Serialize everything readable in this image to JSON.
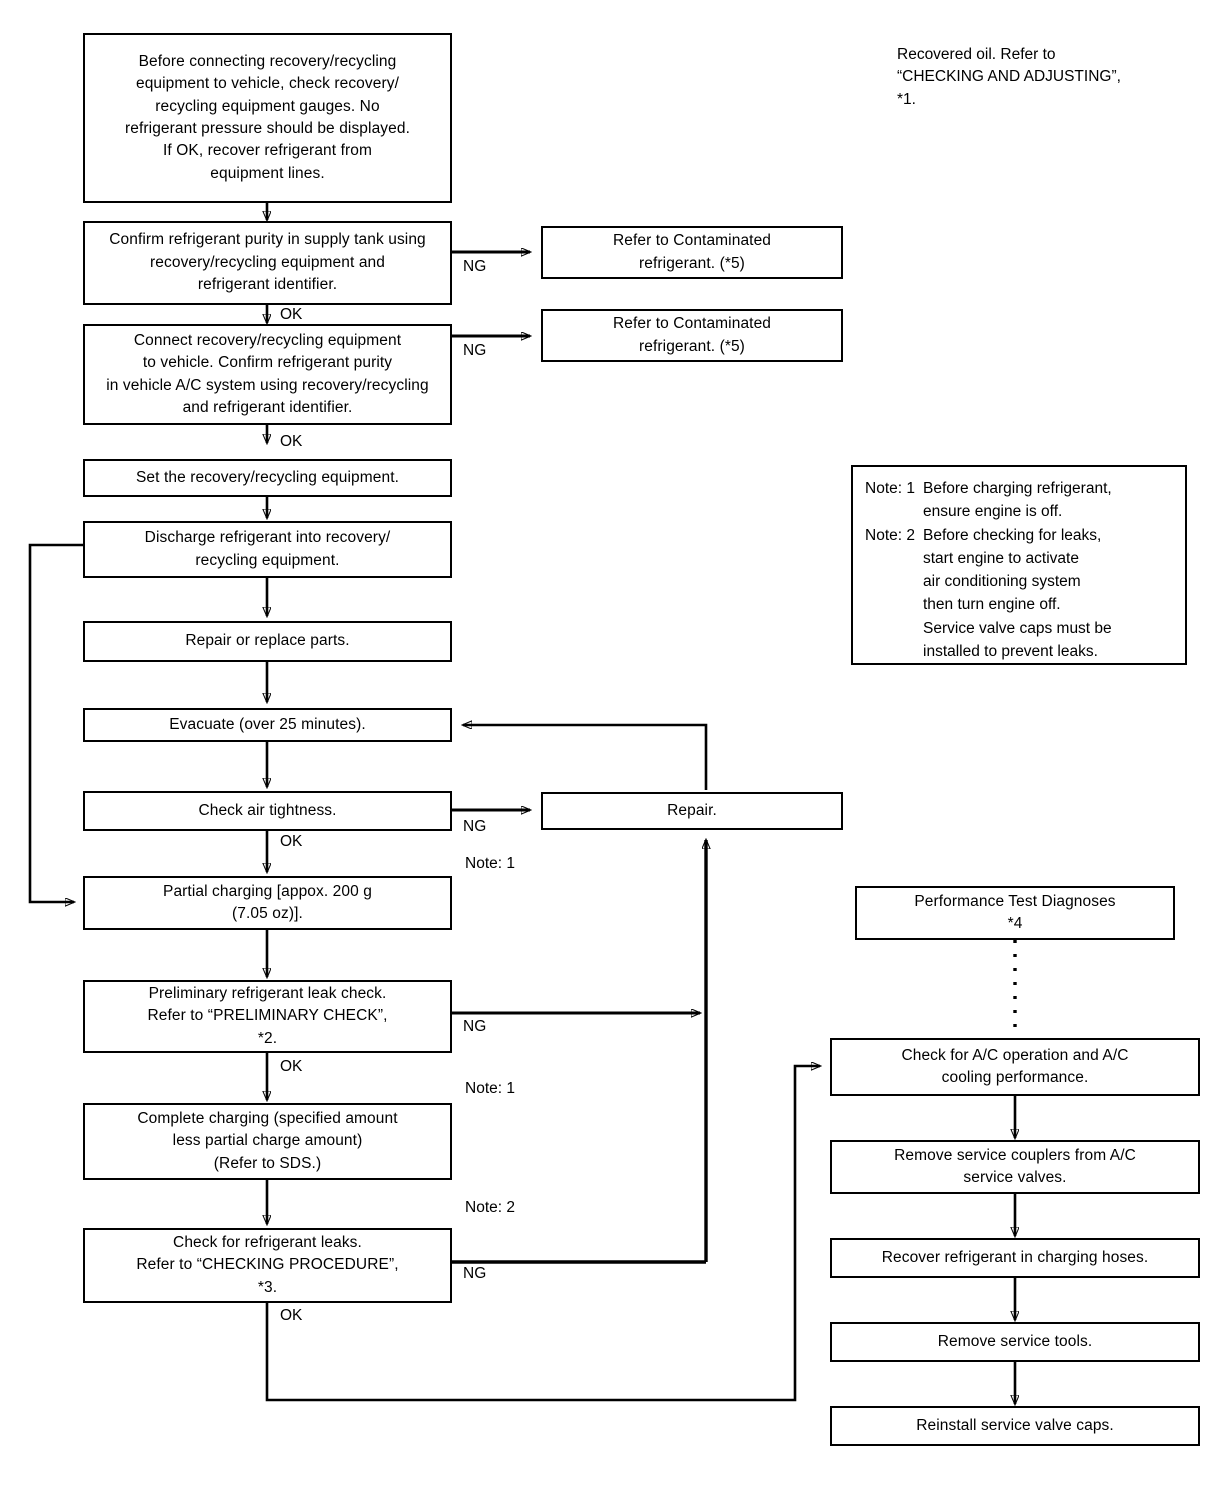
{
  "diagram": {
    "title": "A/C refrigerant recovery, evacuation and charging flowchart",
    "line_color": "#000000",
    "background_color": "#ffffff"
  },
  "nodes": {
    "before_connecting": "Before connecting recovery/recycling\nequipment to vehicle, check recovery/\nrecycling equipment gauges. No\nrefrigerant pressure should be displayed.\nIf OK, recover refrigerant from\nequipment lines.",
    "confirm_purity_supply": "Confirm refrigerant purity in supply tank using\nrecovery/recycling equipment and\nrefrigerant identifier.",
    "connect_equipment": "Connect recovery/recycling equipment\nto vehicle. Confirm refrigerant purity\nin vehicle A/C system using recovery/recycling\nand refrigerant identifier.",
    "contaminated_1": "Refer to  Contaminated\nrefrigerant.  (*5)",
    "contaminated_2": "Refer to  Contaminated\nrefrigerant.  (*5)",
    "set_equipment": "Set the  recovery/recycling  equipment.",
    "discharge": "Discharge  refrigerant  into  recovery/\nrecycling  equipment.",
    "repair_replace": "Repair  or  replace  parts.",
    "evacuate": "Evacuate  (over  25  minutes).",
    "check_air_tightness": "Check air tightness.",
    "repair": "Repair.",
    "partial_charging": "Partial charging [appox. 200 g\n(7.05 oz)].",
    "preliminary_leak_check": "Preliminary refrigerant leak check.\nRefer to “PRELIMINARY CHECK”,\n*2.",
    "complete_charging": "Complete charging (specified amount\nless partial charge amount)\n(Refer to SDS.)",
    "check_leaks": "Check  for  refrigerant  leaks.\nRefer to “CHECKING PROCEDURE”,\n*3.",
    "performance_test": "Performance  Test  Diagnoses\n*4",
    "check_ac_operation": "Check for A/C operation and A/C\ncooling  performance.",
    "remove_couplers": "Remove service couplers from A/C\nservice  valves.",
    "recover_hoses": "Recover refrigerant in charging hoses.",
    "remove_tools": "Remove  service  tools.",
    "reinstall_caps": "Reinstall  service  valve  caps."
  },
  "annotations": {
    "recovered_oil": "Recovered oil. Refer to\n“CHECKING AND ADJUSTING”,\n*1."
  },
  "note_box": {
    "rows": [
      {
        "label": "Note: 1",
        "text": "Before charging refrigerant,\nensure engine is off."
      },
      {
        "label": "Note: 2",
        "text": "Before checking for leaks,\nstart engine to activate\nair conditioning system\nthen turn engine off.\nService valve caps must be\ninstalled to prevent leaks."
      }
    ]
  },
  "edge_labels": {
    "ng_purity_supply": "NG",
    "ng_connect": "NG",
    "ok_purity_supply": "OK",
    "ok_connect": "OK",
    "ng_air_tightness": "NG",
    "ok_air_tightness": "OK",
    "note1_air_tightness": "Note: 1",
    "ng_preliminary": "NG",
    "ok_preliminary": "OK",
    "note1_preliminary": "Note: 1",
    "note2_complete": "Note: 2",
    "ng_check_leaks": "NG",
    "ok_check_leaks": "OK"
  }
}
